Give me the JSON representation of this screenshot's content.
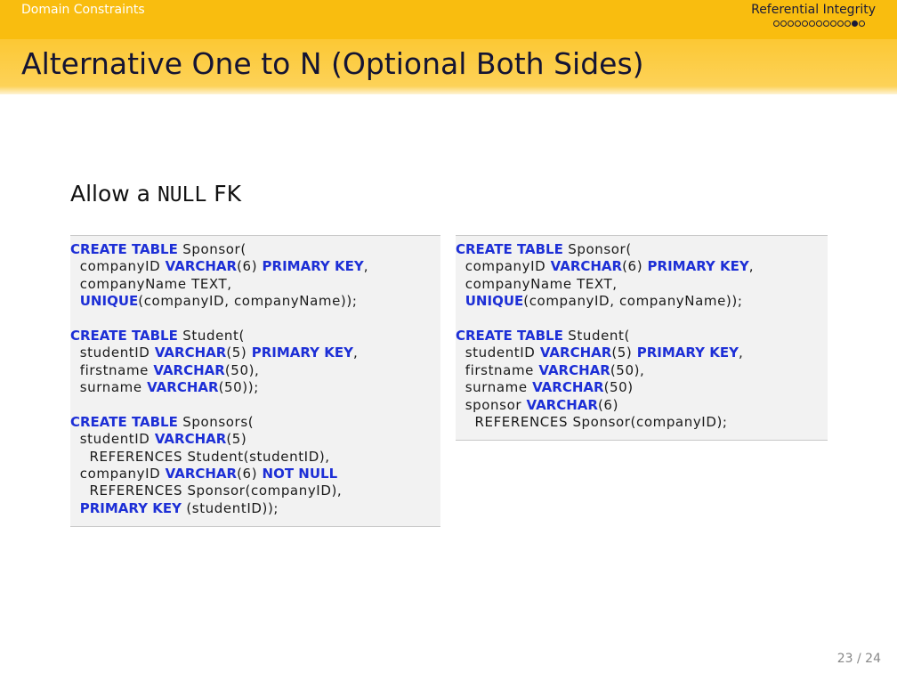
{
  "header": {
    "section_left": "Domain Constraints",
    "section_right": "Referential Integrity",
    "dots": [
      0,
      0,
      0,
      0,
      0,
      0,
      0,
      0,
      0,
      0,
      0,
      1,
      0
    ]
  },
  "title": "Alternative One to N (Optional Both Sides)",
  "subtitle": {
    "pre": "Allow a ",
    "mono": "NULL",
    "post": " FK"
  },
  "code_left": [
    [
      [
        "kw",
        "CREATE TABLE"
      ],
      [
        "t",
        " Sponsor("
      ]
    ],
    [
      [
        "t",
        "  companyID "
      ],
      [
        "kw",
        "VARCHAR"
      ],
      [
        "t",
        "(6) "
      ],
      [
        "kw",
        "PRIMARY KEY"
      ],
      [
        "t",
        ","
      ]
    ],
    [
      [
        "t",
        "  companyName TEXT,"
      ]
    ],
    [
      [
        "t",
        "  "
      ],
      [
        "kw",
        "UNIQUE"
      ],
      [
        "t",
        "(companyID, companyName));"
      ]
    ],
    [],
    [
      [
        "kw",
        "CREATE TABLE"
      ],
      [
        "t",
        " Student("
      ]
    ],
    [
      [
        "t",
        "  studentID "
      ],
      [
        "kw",
        "VARCHAR"
      ],
      [
        "t",
        "(5) "
      ],
      [
        "kw",
        "PRIMARY KEY"
      ],
      [
        "t",
        ","
      ]
    ],
    [
      [
        "t",
        "  firstname "
      ],
      [
        "kw",
        "VARCHAR"
      ],
      [
        "t",
        "(50),"
      ]
    ],
    [
      [
        "t",
        "  surname "
      ],
      [
        "kw",
        "VARCHAR"
      ],
      [
        "t",
        "(50));"
      ]
    ],
    [],
    [
      [
        "kw",
        "CREATE TABLE"
      ],
      [
        "t",
        " Sponsors("
      ]
    ],
    [
      [
        "t",
        "  studentID "
      ],
      [
        "kw",
        "VARCHAR"
      ],
      [
        "t",
        "(5)"
      ]
    ],
    [
      [
        "t",
        "    REFERENCES Student(studentID),"
      ]
    ],
    [
      [
        "t",
        "  companyID "
      ],
      [
        "kw",
        "VARCHAR"
      ],
      [
        "t",
        "(6) "
      ],
      [
        "kw",
        "NOT NULL"
      ]
    ],
    [
      [
        "t",
        "    REFERENCES Sponsor(companyID),"
      ]
    ],
    [
      [
        "t",
        "  "
      ],
      [
        "kw",
        "PRIMARY KEY"
      ],
      [
        "t",
        " (studentID));"
      ]
    ]
  ],
  "code_right": [
    [
      [
        "kw",
        "CREATE TABLE"
      ],
      [
        "t",
        " Sponsor("
      ]
    ],
    [
      [
        "t",
        "  companyID "
      ],
      [
        "kw",
        "VARCHAR"
      ],
      [
        "t",
        "(6) "
      ],
      [
        "kw",
        "PRIMARY KEY"
      ],
      [
        "t",
        ","
      ]
    ],
    [
      [
        "t",
        "  companyName TEXT,"
      ]
    ],
    [
      [
        "t",
        "  "
      ],
      [
        "kw",
        "UNIQUE"
      ],
      [
        "t",
        "(companyID, companyName));"
      ]
    ],
    [],
    [
      [
        "kw",
        "CREATE TABLE"
      ],
      [
        "t",
        " Student("
      ]
    ],
    [
      [
        "t",
        "  studentID "
      ],
      [
        "kw",
        "VARCHAR"
      ],
      [
        "t",
        "(5) "
      ],
      [
        "kw",
        "PRIMARY KEY"
      ],
      [
        "t",
        ","
      ]
    ],
    [
      [
        "t",
        "  firstname "
      ],
      [
        "kw",
        "VARCHAR"
      ],
      [
        "t",
        "(50),"
      ]
    ],
    [
      [
        "t",
        "  surname "
      ],
      [
        "kw",
        "VARCHAR"
      ],
      [
        "t",
        "(50)"
      ]
    ],
    [
      [
        "t",
        "  sponsor "
      ],
      [
        "kw",
        "VARCHAR"
      ],
      [
        "t",
        "(6)"
      ]
    ],
    [
      [
        "t",
        "    REFERENCES Sponsor(companyID);"
      ]
    ]
  ],
  "page": "23 / 24",
  "colors": {
    "header_bar": "#f9bd0f",
    "title_bar": "#fcc834",
    "keyword": "#1d2fd6",
    "code_bg": "#f2f2f2"
  }
}
